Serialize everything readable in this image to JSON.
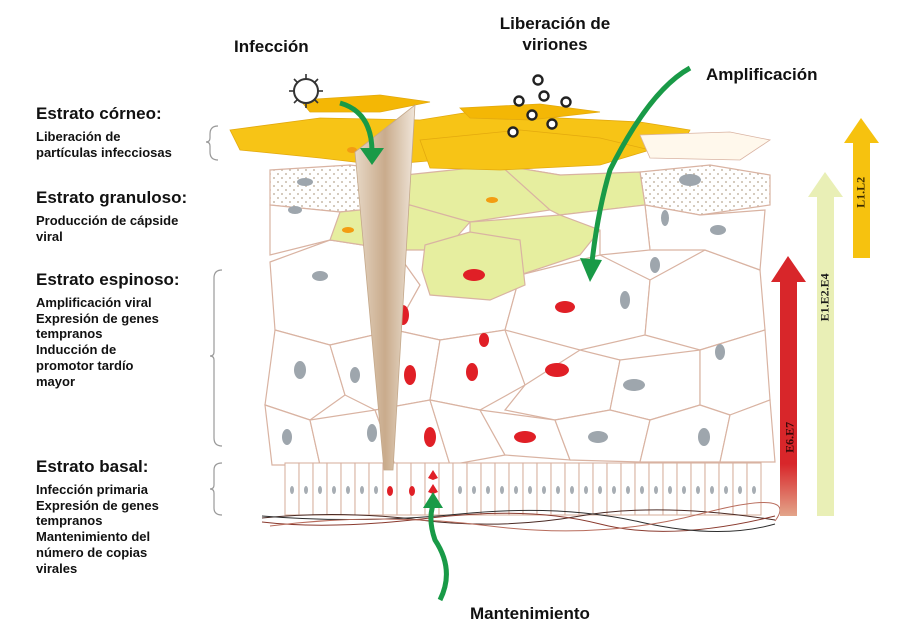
{
  "top_labels": {
    "infection": "Infección",
    "release": [
      "Liberación de",
      "viriones"
    ],
    "amplification": "Amplificación",
    "maintenance": "Mantenimiento"
  },
  "layers": [
    {
      "title": "Estrato córneo:",
      "lines": [
        "Liberación de",
        "partículas infecciosas"
      ]
    },
    {
      "title": "Estrato granuloso:",
      "lines": [
        "Producción de cápside",
        "viral"
      ]
    },
    {
      "title": "Estrato espinoso:",
      "lines": [
        "Amplificación viral",
        "Expresión de genes",
        "tempranos",
        "Inducción de",
        "promotor tardío",
        "mayor"
      ]
    },
    {
      "title": "Estrato basal:",
      "lines": [
        "Infección primaria",
        "Expresión de genes",
        "tempranos",
        "Mantenimiento del",
        "número de copias",
        "virales"
      ]
    }
  ],
  "gene_arrows": [
    {
      "label": "E6.E7",
      "color": "#d8262a"
    },
    {
      "label": "E1.E2.E4",
      "color": "#e9efb6"
    },
    {
      "label": "L1.L2",
      "color": "#f6c20f"
    }
  ],
  "colors": {
    "corneum": "#f7c416",
    "granular": "#e6ee9f",
    "red_nucleus": "#e01f26",
    "grey_nucleus": "#9ea6ad",
    "arrow_green": "#199a47"
  }
}
